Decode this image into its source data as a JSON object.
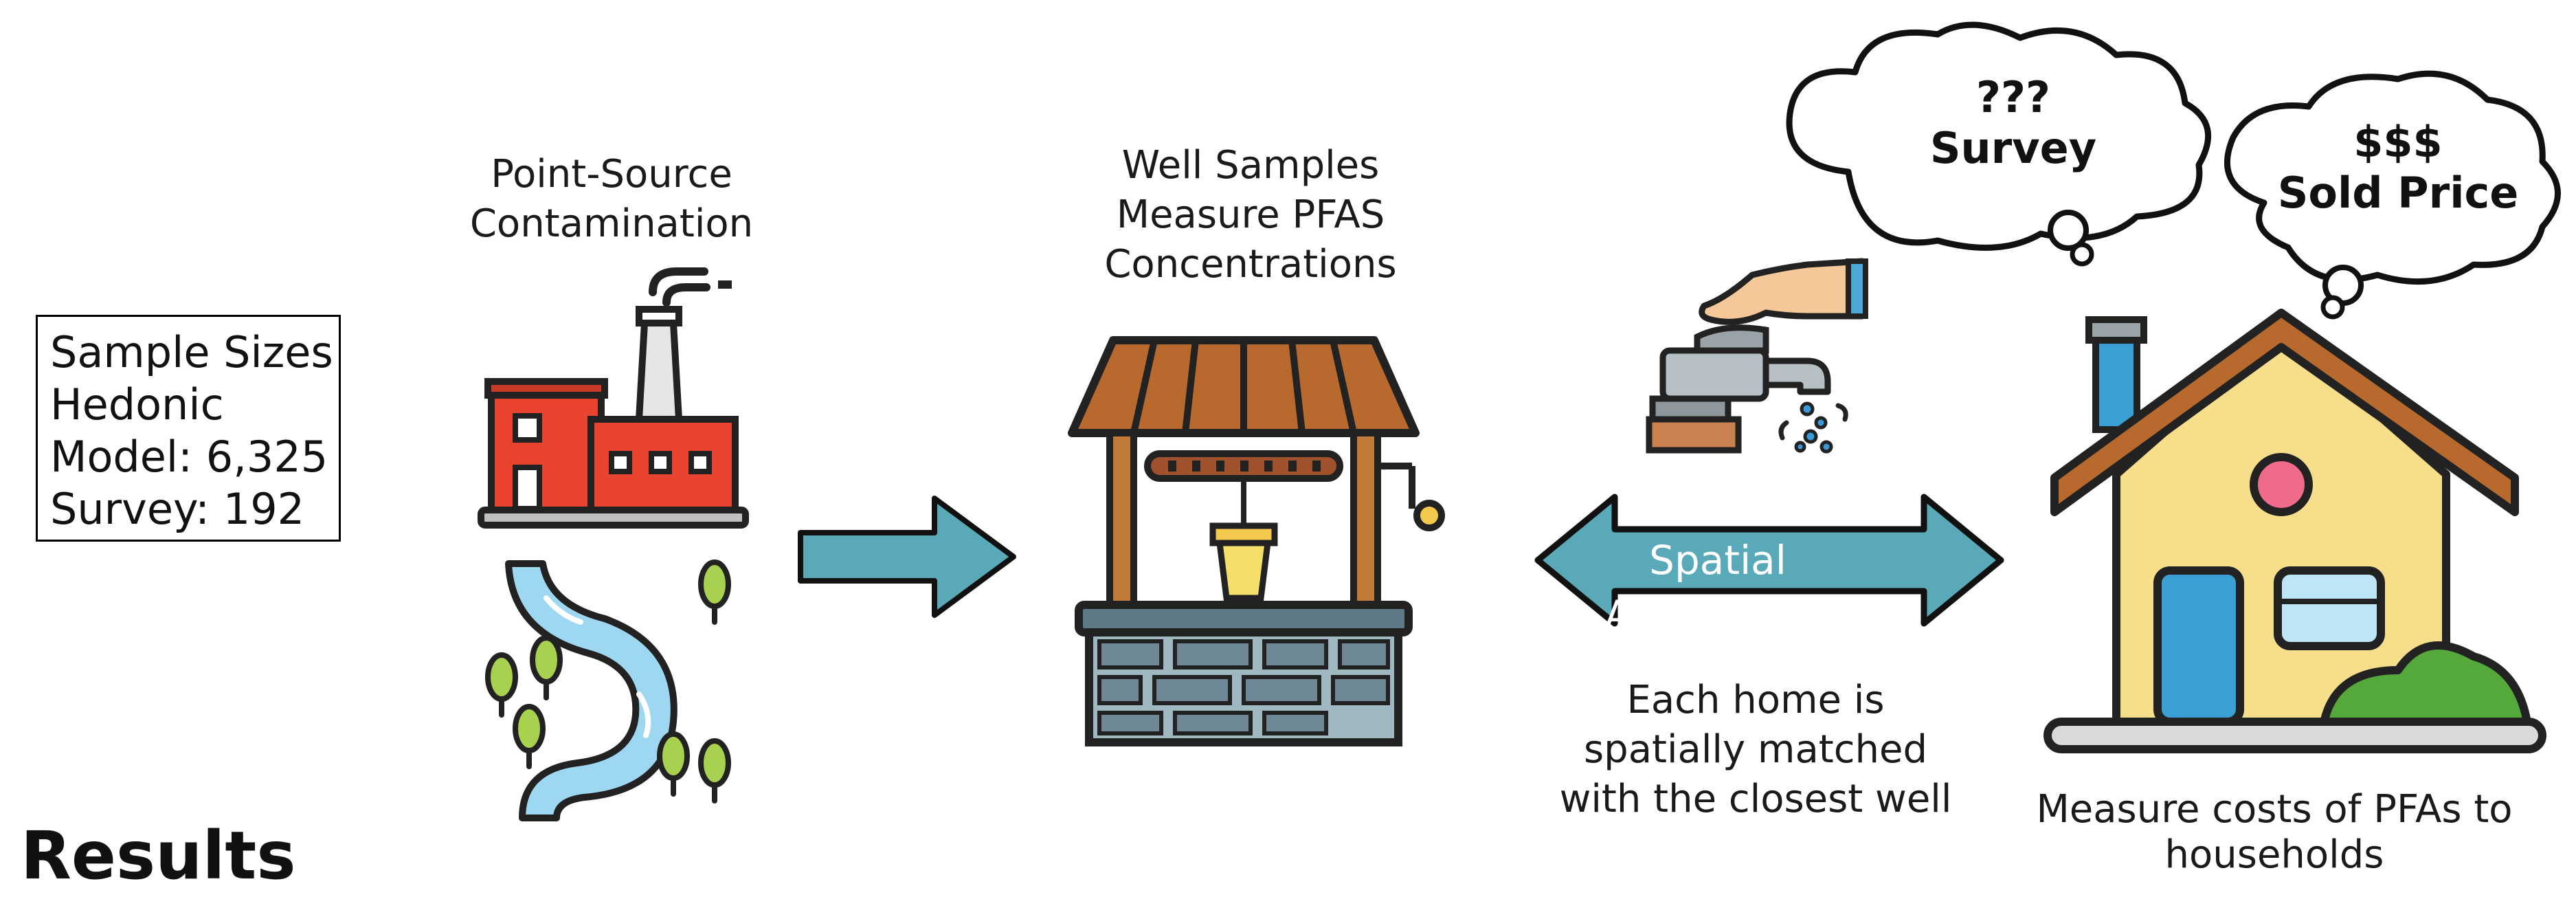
{
  "sample_sizes": {
    "lines": [
      "Sample Sizes",
      "Hedonic",
      "Model: 6,325",
      "Survey: 192"
    ]
  },
  "point_source": {
    "lines": [
      "Point-Source",
      "Contamination"
    ]
  },
  "well_samples": {
    "lines": [
      "Well Samples",
      "Measure PFAS",
      "Concentrations"
    ]
  },
  "spatial_association": {
    "arrow_label": "Spatial Association",
    "caption_lines": [
      "Each home is",
      "spatially matched",
      "with the closest well"
    ]
  },
  "survey_bubble": {
    "lines": [
      "???",
      "Survey"
    ]
  },
  "price_bubble": {
    "lines": [
      "$$$",
      "Sold Price"
    ]
  },
  "household": {
    "lines": [
      "Measure costs of PFAs to",
      "households"
    ]
  },
  "results_heading": "Results",
  "colors": {
    "arrow_teal": "#5aa9b8",
    "factory_red": "#e8442f",
    "river_blue": "#9dd7f2",
    "roof_brown": "#b86a2e",
    "house_yellow": "#f6de8a",
    "door_blue": "#3aa0d3",
    "bush_green": "#55a83a"
  },
  "icons": [
    "factory-icon",
    "river-icon",
    "well-icon",
    "faucet-icon",
    "house-icon",
    "thought-bubble-icon"
  ]
}
